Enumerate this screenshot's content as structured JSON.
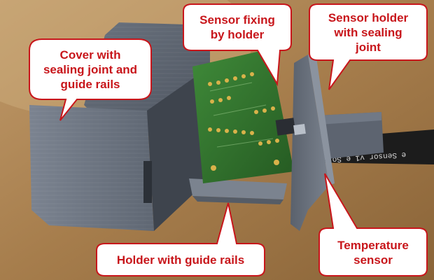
{
  "callouts": {
    "cover": "Cover with\nsealing joint and\nguide rails",
    "sensor_fixing": "Sensor fixing\nby holder",
    "sensor_holder": "Sensor holder\nwith sealing\njoint",
    "holder_rails": "Holder with guide rails",
    "temperature": "Temperature\nsensor"
  },
  "cable_print": "e Sensor v1  e Sol",
  "colors": {
    "callout_text": "#c8161b",
    "callout_border": "#c8161b",
    "callout_fill": "#ffffff",
    "background": "#a67d4c",
    "enclosure": "#6e7683",
    "pcb": "#2f6e2c",
    "cable": "#1c1c1c"
  }
}
